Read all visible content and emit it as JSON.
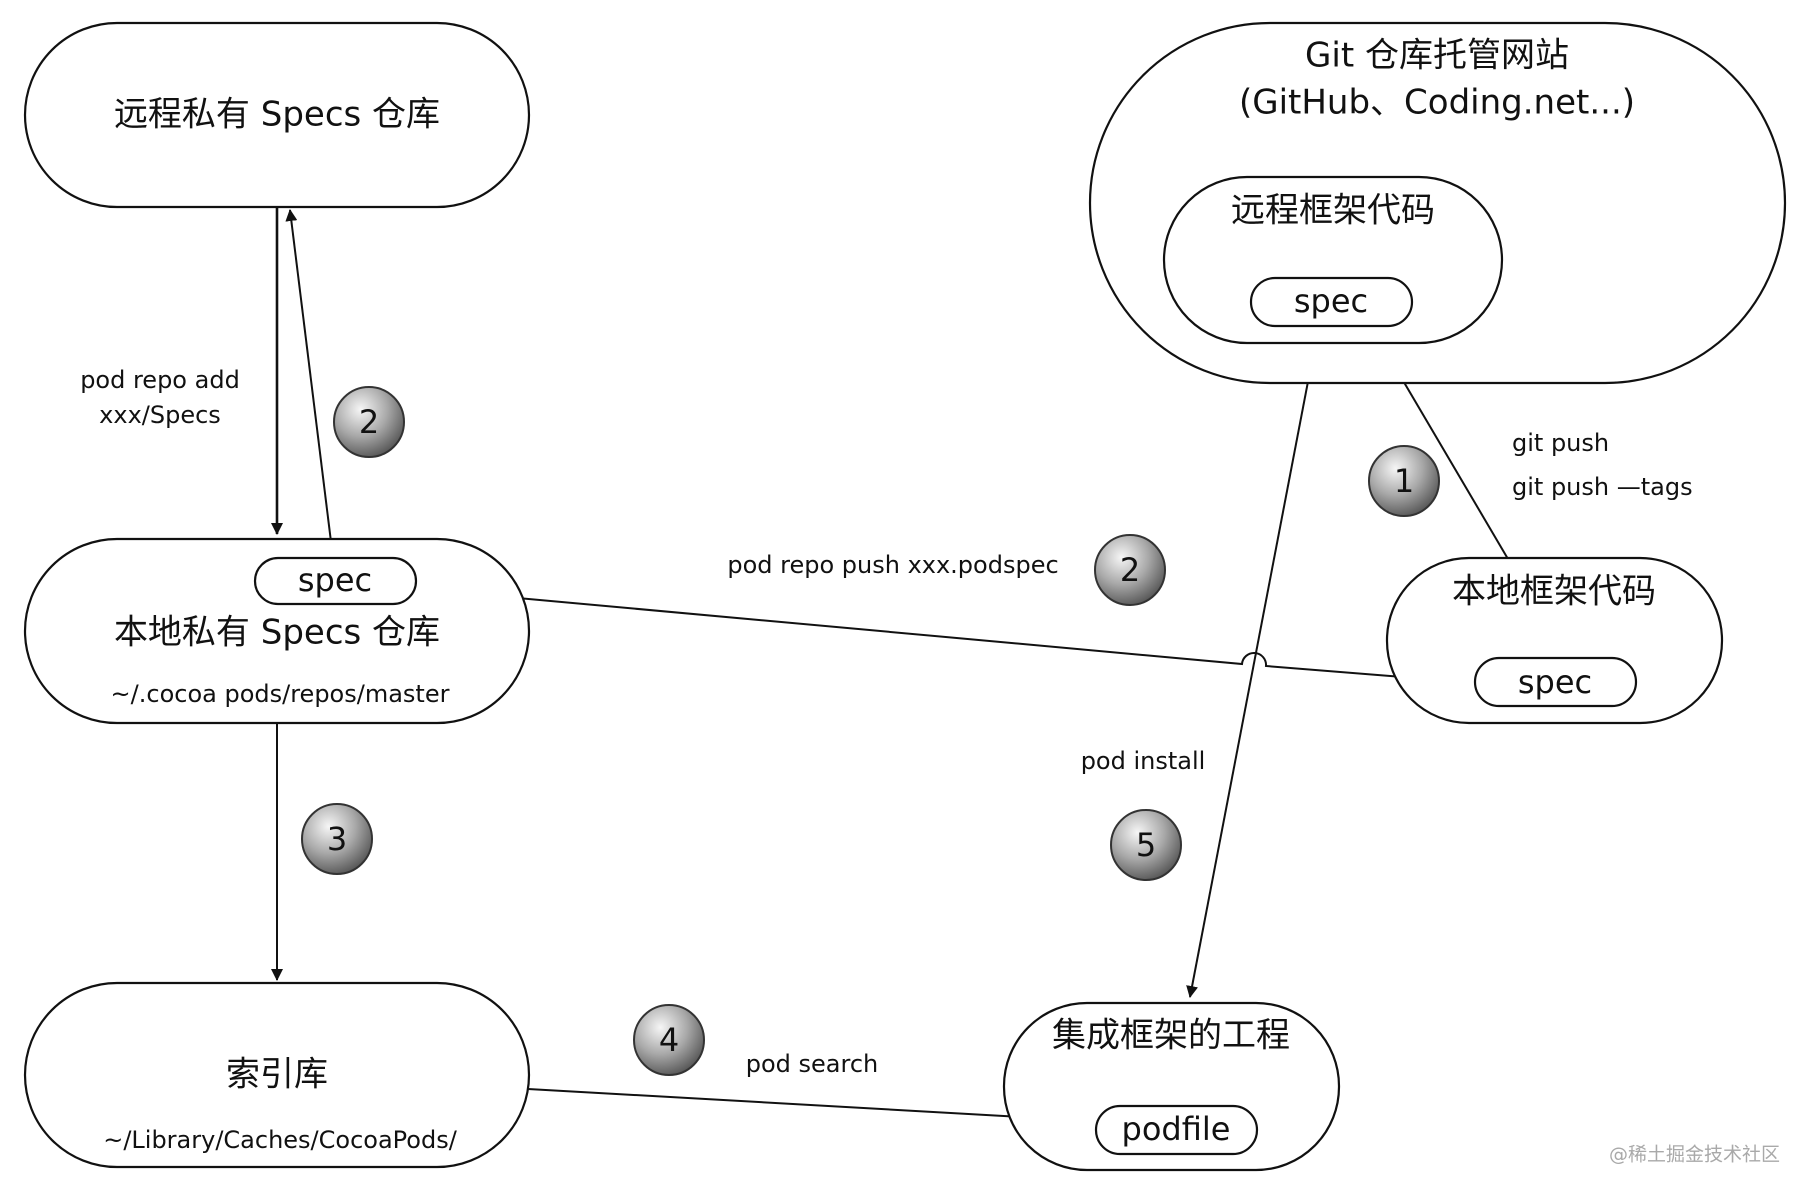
{
  "nodes": {
    "remote_specs": {
      "title": "远程私有 Specs 仓库"
    },
    "git_host": {
      "title": "Git 仓库托管网站",
      "subtitle": "(GitHub、Coding.net...)"
    },
    "remote_framework": {
      "title": "远程框架代码",
      "pill": "spec"
    },
    "local_specs": {
      "title": "本地私有 Specs 仓库",
      "pill": "spec",
      "path": "~/.cocoa pods/repos/master"
    },
    "local_framework": {
      "title": "本地框架代码",
      "pill": "spec"
    },
    "index_repo": {
      "title": "索引库",
      "path": "~/Library/Caches/CocoaPods/"
    },
    "project": {
      "title": "集成框架的工程",
      "pill": "podfile"
    }
  },
  "edges": {
    "repo_add_line1": "pod repo add",
    "repo_add_line2": "xxx/Specs",
    "git_push_line1": "git push",
    "git_push_line2": "git push —tags",
    "repo_push": "pod repo push xxx.podspec",
    "pod_install": "pod install",
    "pod_search": "pod search"
  },
  "badges": {
    "b2_left": "2",
    "b1": "1",
    "b2_mid": "2",
    "b3": "3",
    "b5": "5",
    "b4": "4"
  },
  "watermark": "@稀土掘金技术社区"
}
